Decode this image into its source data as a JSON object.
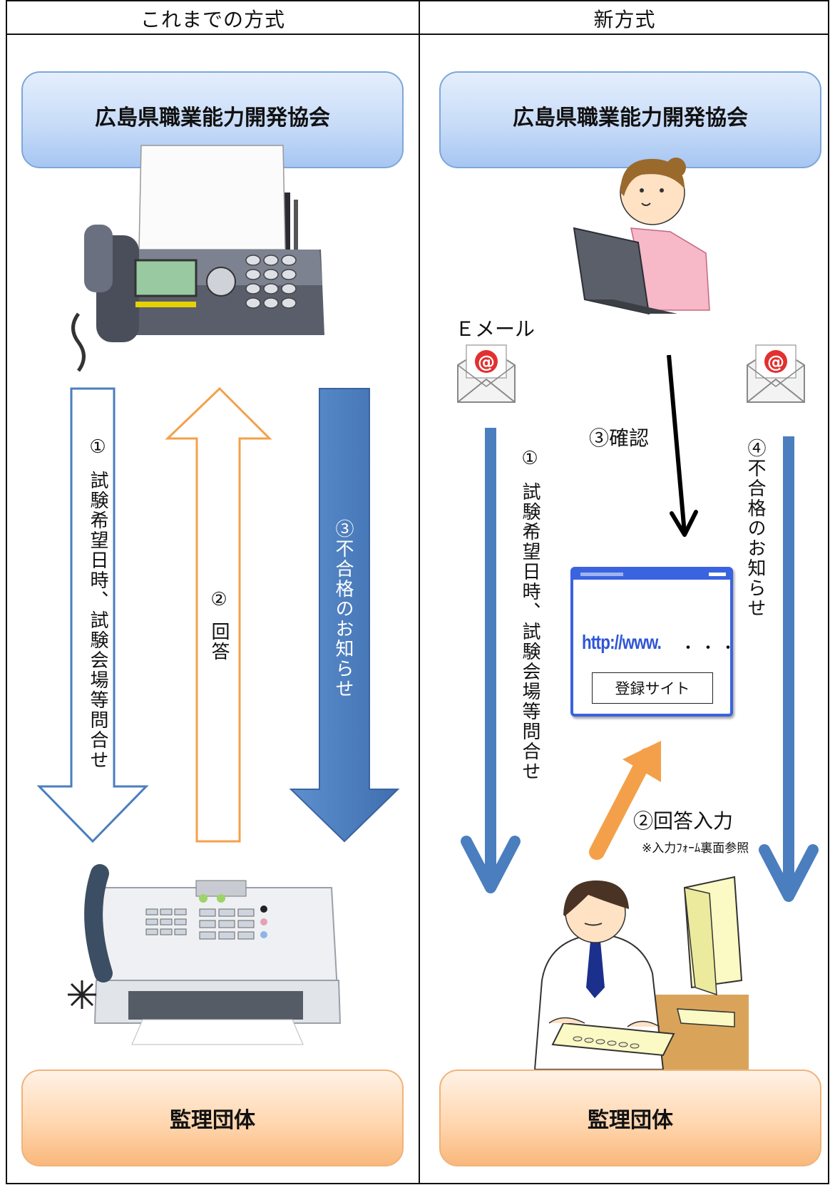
{
  "columns": {
    "left_title": "これまでの方式",
    "right_title": "新方式"
  },
  "left": {
    "top_box": "広島県職業能力開発協会",
    "bottom_box": "監理団体",
    "arrow1_num": "①",
    "arrow1_text": "試験希望日時、試験会場等問合せ",
    "arrow2_num": "②",
    "arrow2_text": "回答",
    "arrow3_text": "③不合格のお知らせ"
  },
  "right": {
    "top_box": "広島県職業能力開発協会",
    "bottom_box": "監理団体",
    "email_label": "Ｅメール",
    "arrow1_num": "①",
    "arrow1_text": "試験希望日時、試験会場等問合せ",
    "confirm_label": "③確認",
    "arrow4_text": "④不合格のお知らせ",
    "answer_label": "②回答入力",
    "answer_note": "※入力ﾌｫｰﾑ裏面参照",
    "browser_url": "http://www.",
    "browser_dots": "・・・",
    "browser_button": "登録サイト",
    "email_icon_symbol": "@"
  },
  "colors": {
    "blue_arrow": "#4a7ebf",
    "orange_arrow": "#f4a04a",
    "browser_border": "#3a63e0"
  }
}
